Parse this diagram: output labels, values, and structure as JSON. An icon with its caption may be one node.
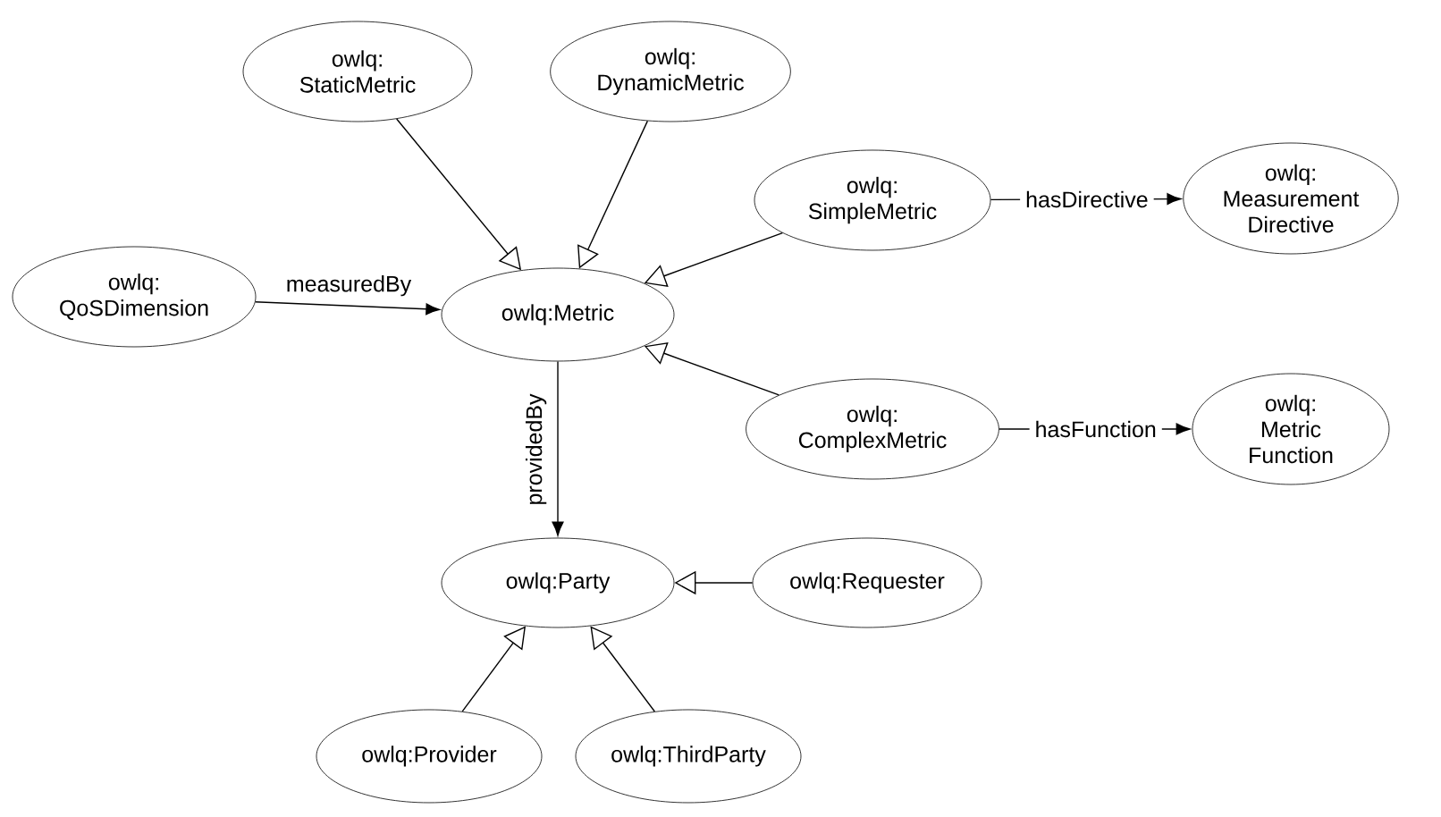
{
  "diagram": {
    "nodes": [
      {
        "text": [
          "owlq: QoSDimension"
        ]
      },
      {
        "text": [
          "owlq: StaticMetric"
        ]
      },
      {
        "text": [
          "owlq: DynamicMetric"
        ]
      },
      {
        "text": [
          "owlq:Metric"
        ]
      },
      {
        "text": [
          "owlq: SimpleMetric"
        ]
      },
      {
        "text": [
          "owlq: Measurement Directive"
        ]
      },
      {
        "text": [
          "owlq: ComplexMetric"
        ]
      },
      {
        "text": [
          "owlq: Metric Function"
        ]
      },
      {
        "text": [
          "owlq:Party"
        ]
      },
      {
        "text": [
          "owlq:Requester"
        ]
      },
      {
        "text": [
          "owlq:Provider"
        ]
      },
      {
        "text": [
          "owlq:ThirdParty"
        ]
      }
    ],
    "edges": [
      {
        "from": 0,
        "to": 3,
        "arrow": "to",
        "label": "measuredBy"
      },
      {
        "from": 1,
        "to": 3,
        "arrow": "to"
      },
      {
        "from": 2,
        "to": 3,
        "arrow": "to"
      },
      {
        "from": 4,
        "to": 3,
        "arrow": "to"
      },
      {
        "from": 6,
        "to": 3,
        "arrow": "to"
      },
      {
        "from": 4,
        "to": 5,
        "arrow": "to",
        "label": "hasDirective"
      },
      {
        "from": 6,
        "to": 7,
        "arrow": "to",
        "label": "hasFunction"
      },
      {
        "from": 3,
        "to": 8,
        "arrow": "to",
        "label": "providedBy"
      },
      {
        "from": 9,
        "to": 8,
        "arrow": "to"
      },
      {
        "from": 10,
        "to": 8,
        "arrow": "to"
      },
      {
        "from": 11,
        "to": 8,
        "arrow": "to"
      }
    ]
  }
}
